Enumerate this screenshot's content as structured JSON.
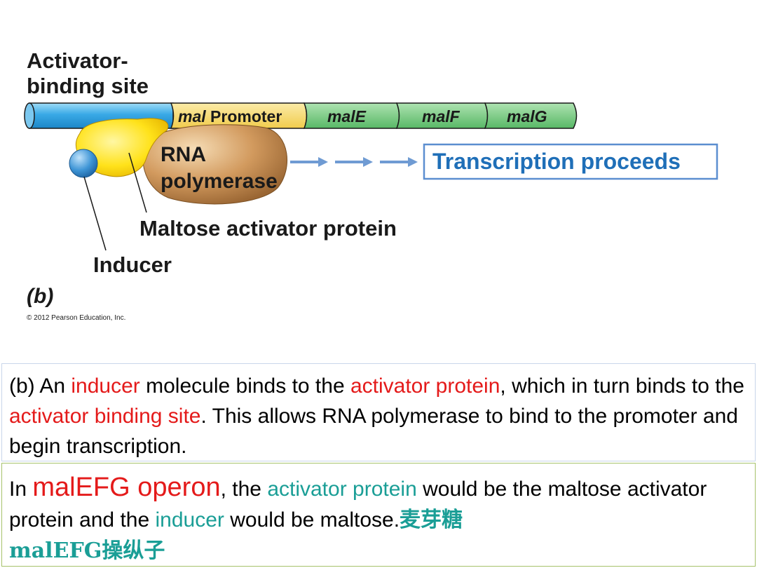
{
  "diagram": {
    "activator_site_label_line1": "Activator-",
    "activator_site_label_line2": "binding site",
    "mal_italic": "mal",
    "promoter_text": " Promoter",
    "gene1": "malE",
    "gene2": "malF",
    "gene3": "malG",
    "rnap_line1": "RNA",
    "rnap_line2": "polymerase",
    "transcription_label": "Transcription proceeds",
    "activator_protein_label": "Maltose activator protein",
    "inducer_label": "Inducer",
    "panel_label": "(b)",
    "copyright": "© 2012 Pearson Education, Inc.",
    "colors": {
      "dna_blue": "#39a9e6",
      "promoter_yellow": "#f3d566",
      "gene_green": "#6cc47a",
      "rnap_tan": "#d29a5e",
      "activator_yellow": "#ffe21a",
      "inducer_blue": "#3e95d6",
      "label_blue": "#1f6fb8",
      "arrow_blue": "#6f9bd3"
    }
  },
  "box1": {
    "t1": "(b) An ",
    "h1": "inducer",
    "t2": " molecule binds to the ",
    "h2": "activator protein",
    "t3": ", which in turn binds to the ",
    "h3": "activator binding site",
    "t4": ". This allows RNA polymerase to bind to the promoter and begin transcription."
  },
  "box2": {
    "t1": "In ",
    "h1": "malEFG operon",
    "t2": ", the ",
    "h2": "activator protein",
    "t3": " would be the maltose activator protein and the ",
    "h3": "inducer",
    "t4": " would be maltose.",
    "cjk1": "麦芽糖",
    "cjk2": "malEFG操纵子"
  }
}
